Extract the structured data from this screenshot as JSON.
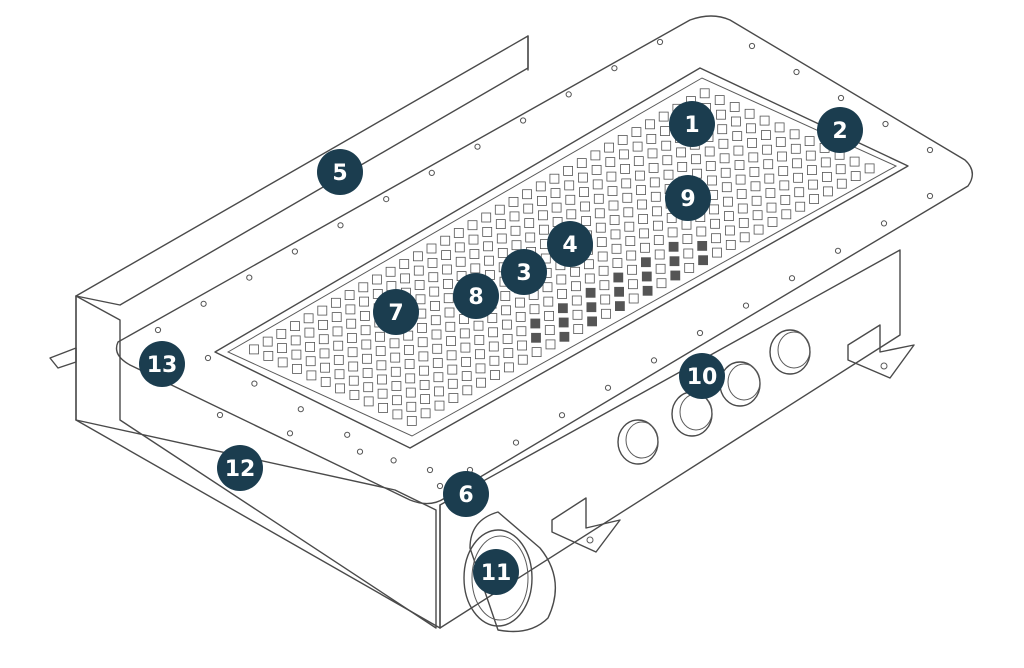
{
  "diagram": {
    "badge_color": "#1b3d4f",
    "badge_text_color": "#ffffff",
    "callouts": [
      {
        "id": "1"
      },
      {
        "id": "2"
      },
      {
        "id": "3"
      },
      {
        "id": "4"
      },
      {
        "id": "5"
      },
      {
        "id": "6"
      },
      {
        "id": "7"
      },
      {
        "id": "8"
      },
      {
        "id": "9"
      },
      {
        "id": "10"
      },
      {
        "id": "11"
      },
      {
        "id": "12"
      },
      {
        "id": "13"
      }
    ]
  }
}
